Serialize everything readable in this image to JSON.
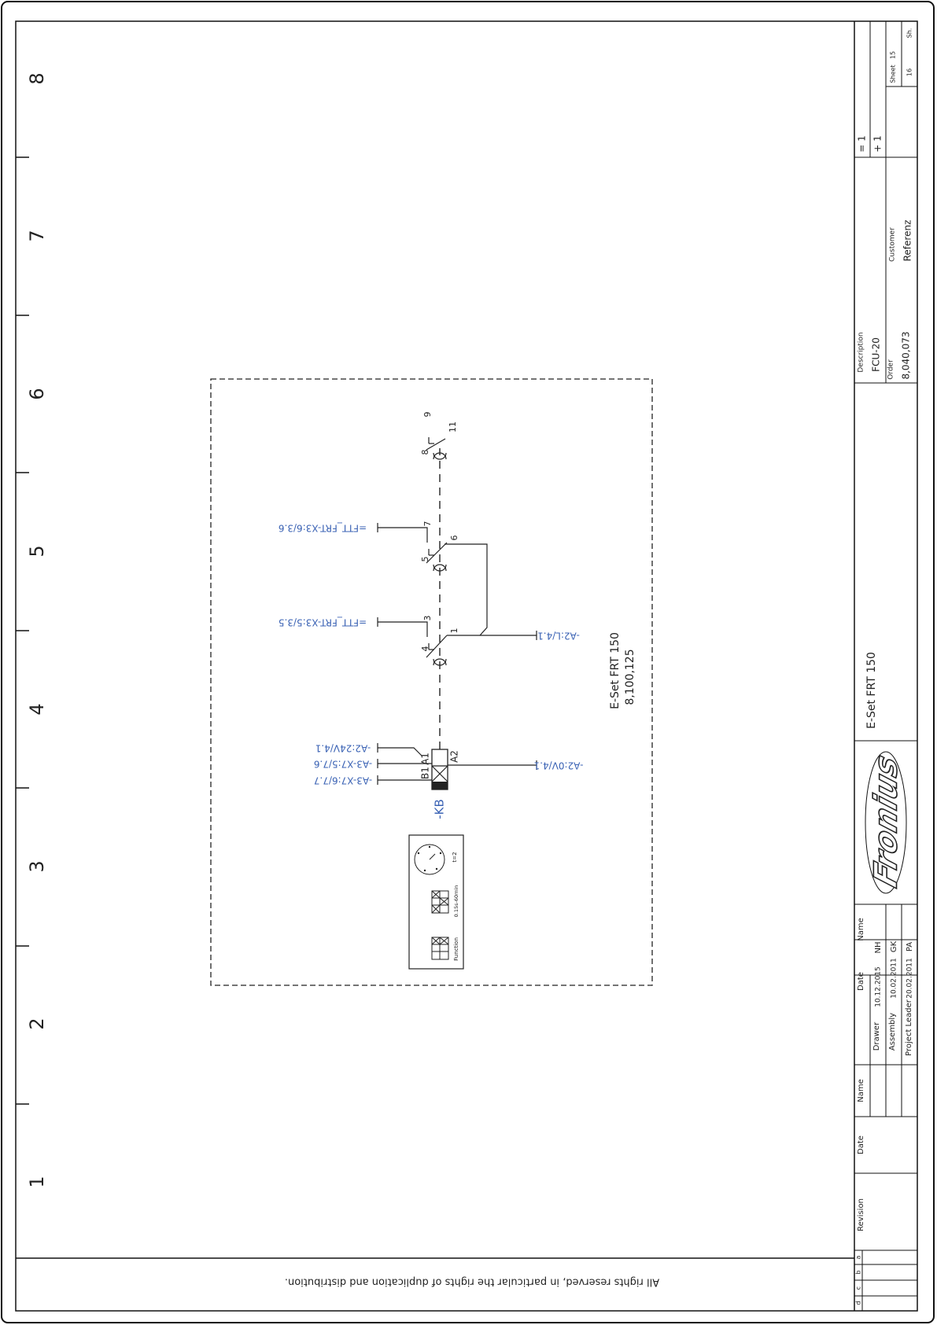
{
  "grid": {
    "zones": [
      "1",
      "2",
      "3",
      "4",
      "5",
      "6",
      "7",
      "8"
    ]
  },
  "footer": {
    "rights": "All rights reserved, in particular the rights of duplication and distribution."
  },
  "diagram": {
    "set_name": "E-Set FRT 150",
    "set_number": "8,100,125",
    "relay_tag": "-KB",
    "coil_a1": "A1",
    "coil_a2": "A2",
    "coil_b1": "B1",
    "terminals": {
      "t1": "1",
      "t3": "3",
      "t4": "4",
      "t5": "5",
      "t6": "6",
      "t7": "7",
      "t8": "8",
      "t9": "9",
      "t11": "11"
    },
    "refs": {
      "a2_24v": "-A2:24V/4.1",
      "a3_x7_5": "-A3-X7:5/7.6",
      "a3_x7_6": "-A3-X7:6/7.7",
      "a2_0v": "-A2:0V/4.1",
      "a2_l": "-A2:L/4.1",
      "ftt_35": "=FTT_FRT-X3:5/3.5",
      "ftt_36": "=FTT_FRT-X3:6/3.6"
    },
    "timer": {
      "function": "Function",
      "range": "0.15s-60min",
      "t_label": "t=2"
    },
    "colors": {
      "reference_blue": "#3a62b4",
      "line_black": "#222222"
    }
  },
  "title_block": {
    "revision_header": "Revision",
    "date_header": "Date",
    "name_header": "Name",
    "revision_rows": [
      "a",
      "b",
      "c",
      "d"
    ],
    "staff": [
      {
        "role": "Drawer",
        "date": "10.12.2015",
        "name": "NH"
      },
      {
        "role": "Assembly",
        "date": "10.02.2011",
        "name": "GK"
      },
      {
        "role": "Project Leader",
        "date": "20.02.2011",
        "name": "PA"
      }
    ],
    "logo_text": "Fronius",
    "drawing_title": "E-Set FRT 150",
    "description_label": "Description",
    "description_value": "FCU-20",
    "order_label": "Order",
    "order_value": "8,040,073",
    "customer_label": "Customer",
    "customer_value": "Referenz",
    "equals_label": "= 1",
    "plus_label": "+ 1",
    "sheet_label": "Sheet",
    "sheet_value": "15",
    "sheets_label": "Sh.",
    "sheets_value": "16"
  }
}
